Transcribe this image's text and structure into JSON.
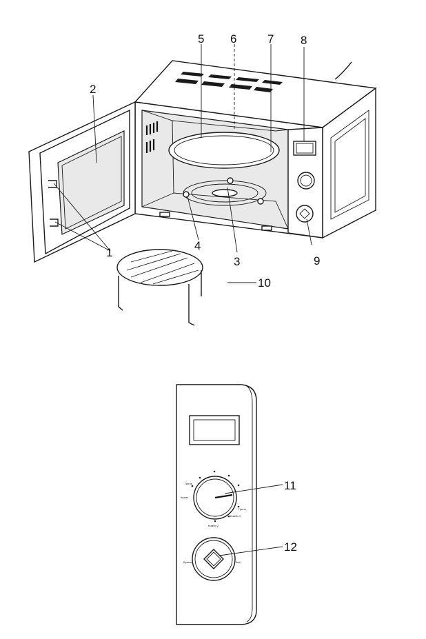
{
  "callouts": {
    "c1": "1",
    "c2": "2",
    "c3": "3",
    "c4": "4",
    "c5": "5",
    "c6": "6",
    "c7": "7",
    "c8": "8",
    "c9": "9",
    "c10": "10",
    "c11": "11",
    "c12": "12"
  },
  "panel_labels": {
    "left_top": "Гриль",
    "left": "Кухня",
    "right_1": "Гриль",
    "right_2": "Комби 1",
    "bottom": "Комби 2",
    "knob2_left": "Время",
    "knob2_right": "Вес"
  }
}
